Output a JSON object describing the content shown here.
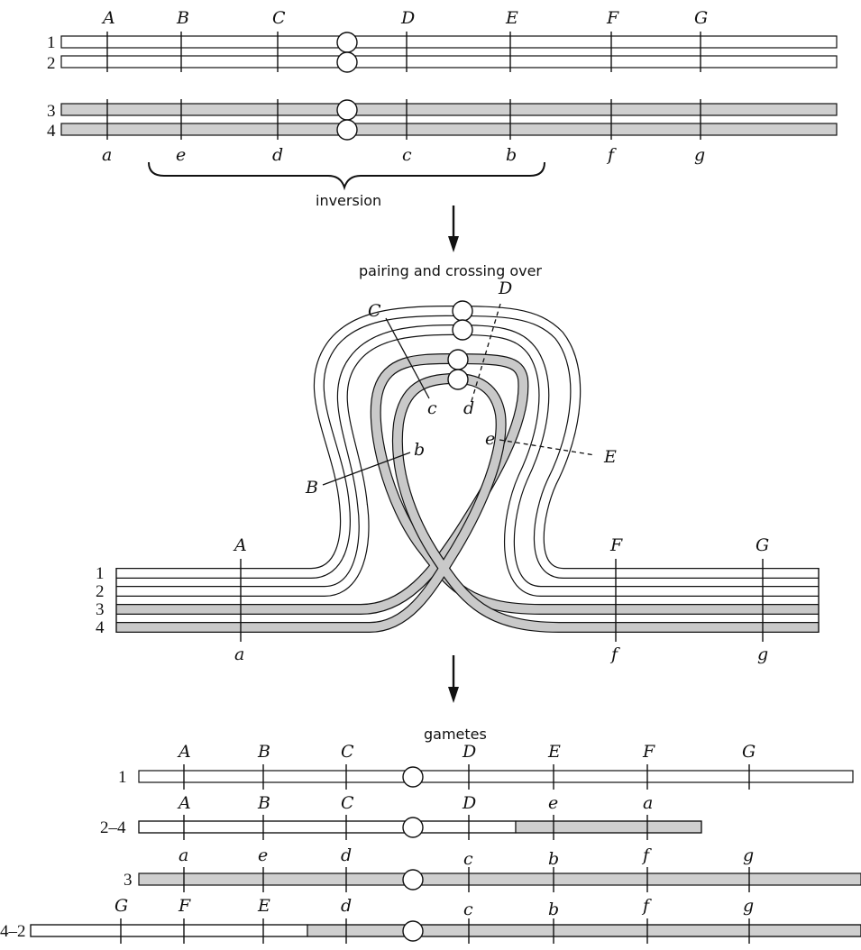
{
  "captions": {
    "inversion": "inversion",
    "pairing": "pairing and crossing over",
    "gametes": "gametes"
  },
  "section1": {
    "upper_gene_labels": [
      "A",
      "B",
      "C",
      "D",
      "E",
      "F",
      "G"
    ],
    "lower_gene_labels": [
      "a",
      "e",
      "d",
      "c",
      "b",
      "f",
      "g"
    ],
    "chromosome_numbers": [
      "1",
      "2",
      "3",
      "4"
    ]
  },
  "section2": {
    "chromosome_numbers": [
      "1",
      "2",
      "3",
      "4"
    ],
    "left_upper": "A",
    "left_lower": "a",
    "right_upper": [
      "F",
      "G"
    ],
    "right_lower": [
      "f",
      "g"
    ],
    "loop_upper": [
      "C",
      "D",
      "B",
      "E"
    ],
    "loop_lower": [
      "c",
      "d",
      "b",
      "e"
    ]
  },
  "section3": {
    "gametes": [
      {
        "label": "1",
        "genes": [
          "A",
          "B",
          "C",
          "D",
          "E",
          "F",
          "G"
        ]
      },
      {
        "label": "2–4",
        "genes": [
          "A",
          "B",
          "C",
          "D",
          "e",
          "a"
        ]
      },
      {
        "label": "3",
        "genes": [
          "a",
          "e",
          "d",
          "c",
          "b",
          "f",
          "g"
        ]
      },
      {
        "label": "4–2",
        "genes": [
          "G",
          "F",
          "E",
          "d",
          "c",
          "b",
          "f",
          "g"
        ]
      }
    ]
  },
  "colors": {
    "line": "#111111",
    "normal_chromosome": "#ffffff",
    "inverted_chromosome": "#cfcfcf"
  }
}
